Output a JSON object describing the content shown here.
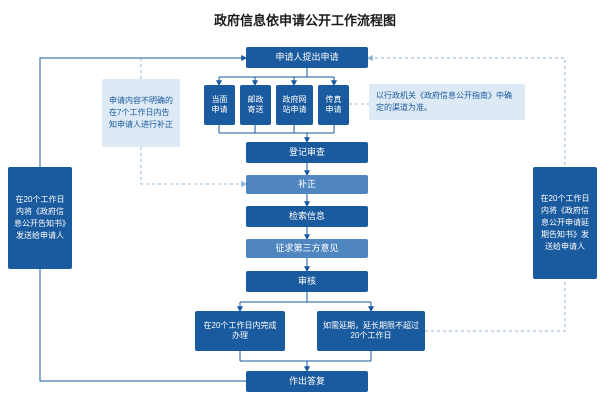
{
  "title": "政府信息依申请公开工作流程图",
  "colors": {
    "node_dark": "#1a5a9e",
    "node_medium": "#4f86c0",
    "note_bg": "#dde9f4",
    "line_solid": "#1a5a9e",
    "line_dashed": "#8fb4da",
    "background": "#ffffff"
  },
  "nodes": {
    "apply": "申请人提出申请",
    "channels": [
      "当面申请",
      "邮政寄送",
      "政府网站申请",
      "传真申请"
    ],
    "register": "登记审查",
    "correction": "补正",
    "search": "检索信息",
    "third_party": "征求第三方意见",
    "review": "审核",
    "within_20_days": "在20个工作日内完成办理",
    "extension": "如需延期，延长期限不超过20个工作日",
    "reply": "作出答复",
    "left_notice": "在20个工作日内将《政府信息公开告知书》发送给申请人",
    "right_notice": "在20个工作日内将《政府信息公开申请延期告知书》发送给申请人"
  },
  "notes": {
    "correction_note": "申请内容不明确的在7个工作日内告知申请人进行补正",
    "channel_note": "以行政机关《政府信息公开指南》中确定的渠道为准。"
  }
}
